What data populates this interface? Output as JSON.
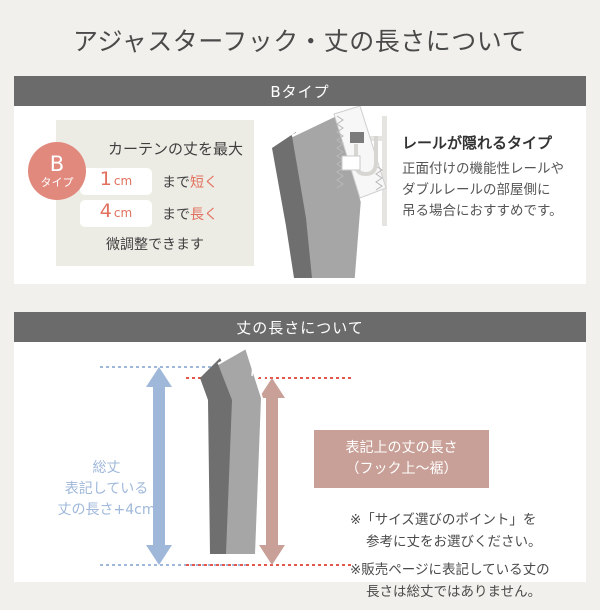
{
  "page": {
    "title": "アジャスターフック・丈の長さについて",
    "background_color": "#f2f0ec"
  },
  "colors": {
    "header_bar": "#6b6b6b",
    "badge": "#e2897e",
    "accent_coral": "#e2705e",
    "panel_beige": "#ecebe4",
    "blue_dim": "#9fb8da",
    "pink_box": "#c9a097",
    "curtain_dark": "#6f6f6f",
    "curtain_light": "#a6a6a6"
  },
  "btype_section": {
    "header": "Bタイプ",
    "badge": {
      "letter": "B",
      "sub": "タイプ"
    },
    "panel_heading": "カーテンの丈を最大",
    "rows": [
      {
        "number": "1",
        "unit": "cm",
        "prefix": "まで",
        "accent": "短く"
      },
      {
        "number": "4",
        "unit": "cm",
        "prefix": "まで",
        "accent": "長く"
      }
    ],
    "panel_footer": "微調整できます",
    "right_title": "レールが隠れるタイプ",
    "right_body": [
      "正面付けの機能性レールや",
      "ダブルレールの部屋側に",
      "吊る場合におすすめです。"
    ]
  },
  "length_section": {
    "header": "丈の長さについて",
    "blue_dimension_label": [
      "総丈",
      "表記している",
      "丈の長さ+4cm"
    ],
    "pink_box_label": [
      "表記上の丈の長さ",
      "（フック上〜裾）"
    ],
    "notes": [
      {
        "line1": "※「サイズ選びのポイント」を",
        "line2": "参考に丈をお選びください。"
      },
      {
        "line1": "※販売ページに表記している丈の",
        "line2": "長さは総丈ではありません。"
      }
    ]
  }
}
